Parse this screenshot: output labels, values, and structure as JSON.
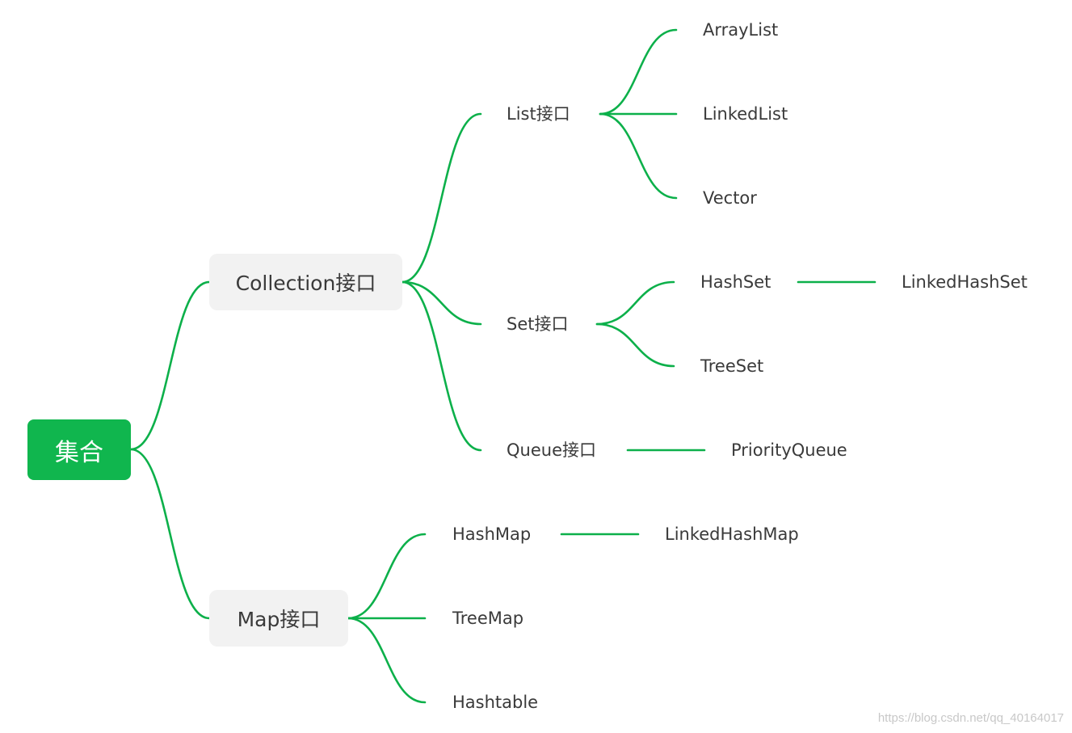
{
  "colors": {
    "accent": "#0cb04a",
    "root_fill": "#10b64e",
    "node_fill": "#f2f2f2",
    "text": "#3a3a3a",
    "watermark": "#c8c8c8"
  },
  "root": {
    "label": "集合"
  },
  "collection": {
    "label": "Collection接口"
  },
  "map": {
    "label": "Map接口"
  },
  "list": {
    "label": "List接口",
    "children": [
      "ArrayList",
      "LinkedList",
      "Vector"
    ]
  },
  "set": {
    "label": "Set接口",
    "children": [
      "HashSet",
      "TreeSet"
    ],
    "hashset_child": "LinkedHashSet"
  },
  "queue": {
    "label": "Queue接口",
    "child": "PriorityQueue"
  },
  "map_children": {
    "items": [
      "HashMap",
      "TreeMap",
      "Hashtable"
    ],
    "hashmap_child": "LinkedHashMap"
  },
  "watermark": "https://blog.csdn.net/qq_40164017"
}
